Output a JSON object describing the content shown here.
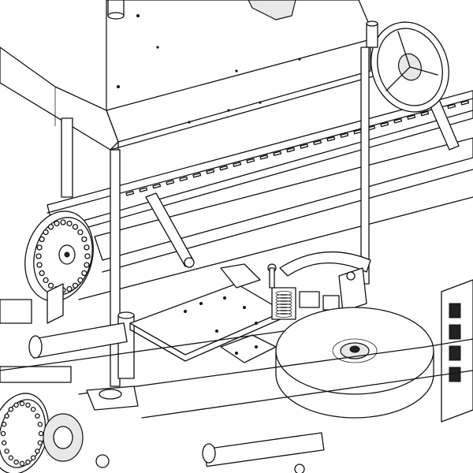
{
  "drawing": {
    "style": "black-and-white isometric line drawing",
    "stroke_color": "#111111",
    "background_color": "#ffffff",
    "components": [
      "upper-housing-panel",
      "slotted-conveyor-rail",
      "left-sprocket-wheel",
      "handwheel",
      "vertical-support-rods",
      "mounting-plate",
      "curved-guide-arm",
      "tape-roll",
      "lower-sprocket-wheel",
      "right-control-panel",
      "gear-mechanism",
      "lower-shafts"
    ]
  }
}
